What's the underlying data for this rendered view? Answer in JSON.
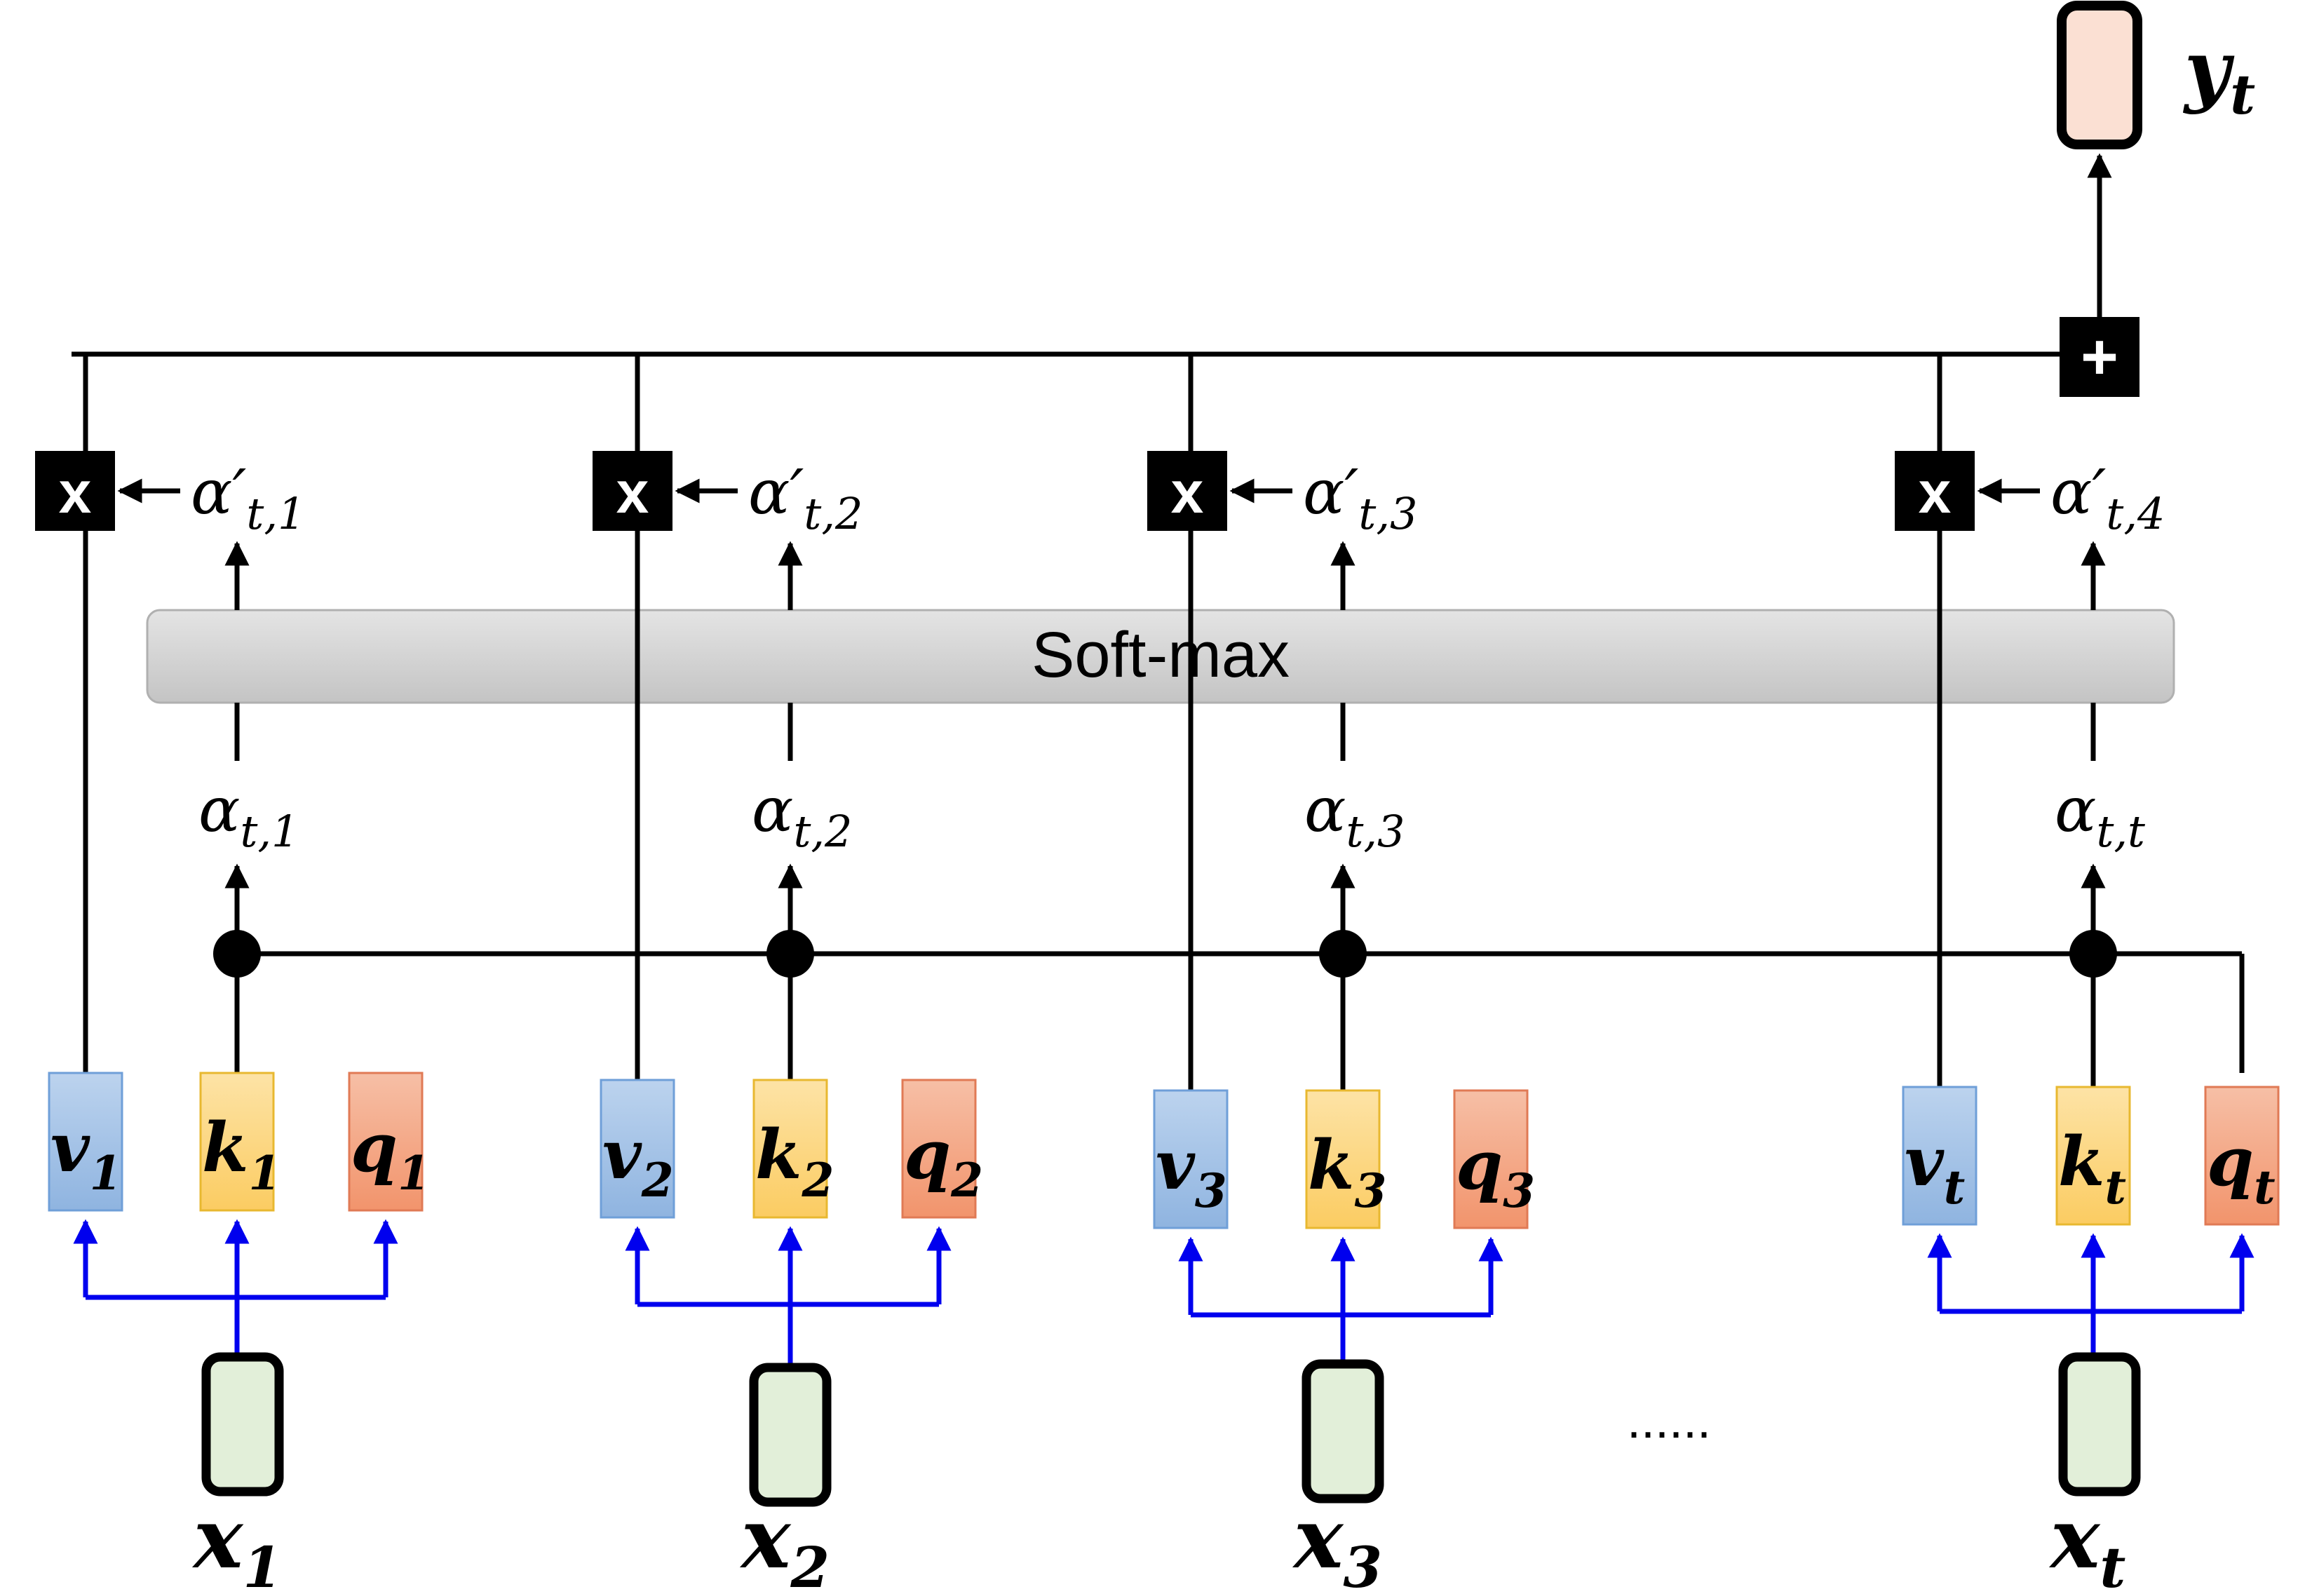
{
  "softmax": {
    "label": "Soft-max"
  },
  "output": {
    "label": "y",
    "sub": "t"
  },
  "sum_node": {
    "symbol": "+"
  },
  "multiply_symbol": "x",
  "ellipsis": "......",
  "columns": [
    {
      "input": {
        "label": "x",
        "sub": "1"
      },
      "v": {
        "label": "v",
        "sub": "1"
      },
      "k": {
        "label": "k",
        "sub": "1"
      },
      "q": {
        "label": "q",
        "sub": "1"
      },
      "alpha": {
        "label": "α",
        "sub": "t,1"
      },
      "alpha_prime": {
        "label": "α′",
        "sub": "t,1"
      }
    },
    {
      "input": {
        "label": "x",
        "sub": "2"
      },
      "v": {
        "label": "v",
        "sub": "2"
      },
      "k": {
        "label": "k",
        "sub": "2"
      },
      "q": {
        "label": "q",
        "sub": "2"
      },
      "alpha": {
        "label": "α",
        "sub": "t,2"
      },
      "alpha_prime": {
        "label": "α′",
        "sub": "t,2"
      }
    },
    {
      "input": {
        "label": "x",
        "sub": "3"
      },
      "v": {
        "label": "v",
        "sub": "3"
      },
      "k": {
        "label": "k",
        "sub": "3"
      },
      "q": {
        "label": "q",
        "sub": "3"
      },
      "alpha": {
        "label": "α",
        "sub": "t,3"
      },
      "alpha_prime": {
        "label": "α′",
        "sub": "t,3"
      }
    },
    {
      "input": {
        "label": "x",
        "sub": "t"
      },
      "v": {
        "label": "v",
        "sub": "t"
      },
      "k": {
        "label": "k",
        "sub": "t"
      },
      "q": {
        "label": "q",
        "sub": "t"
      },
      "alpha": {
        "label": "α",
        "sub": "t,t"
      },
      "alpha_prime": {
        "label": "α′",
        "sub": "t,4"
      }
    }
  ],
  "colors": {
    "line": "#000000",
    "blue_line": "#0000ee",
    "v_fill": "#a9c6e8",
    "v_stroke": "#6f9fd8",
    "k_fill": "#fcd98a",
    "k_stroke": "#e8b830",
    "q_fill": "#f4a98a",
    "q_stroke": "#e07a55",
    "input_fill": "#e2efd9",
    "output_fill": "#fbe0d3",
    "softmax_fill": "#cfcfcf"
  }
}
